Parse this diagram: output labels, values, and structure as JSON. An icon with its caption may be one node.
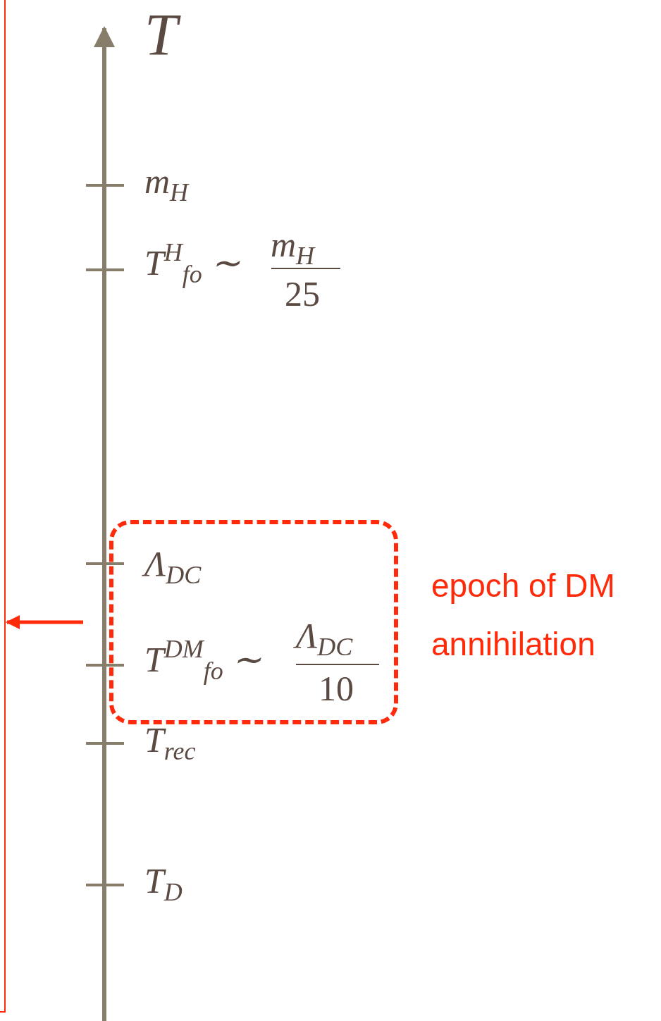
{
  "diagram": {
    "nodes": [
      {
        "text": [],
        "shape": "box",
        "beside": [
          "epoch of DM annihilation"
        ]
      },
      {
        "text": [],
        "shape": "bar"
      }
    ],
    "edges": [
      {
        "from": 0,
        "to": 1,
        "arrow": "to",
        "color": "#ff2a0a"
      }
    ],
    "labels": [
      "T",
      "m$_{H}$",
      "T$^{H}$$_{fo}$ ∼",
      "m$_{H}$",
      "25",
      "Λ$_{DC}$",
      "T$^{DM}$$_{fo}$ ∼",
      "Λ$_{DC}$",
      "10",
      "T$_{rec}$",
      "T$_{D}$"
    ]
  }
}
